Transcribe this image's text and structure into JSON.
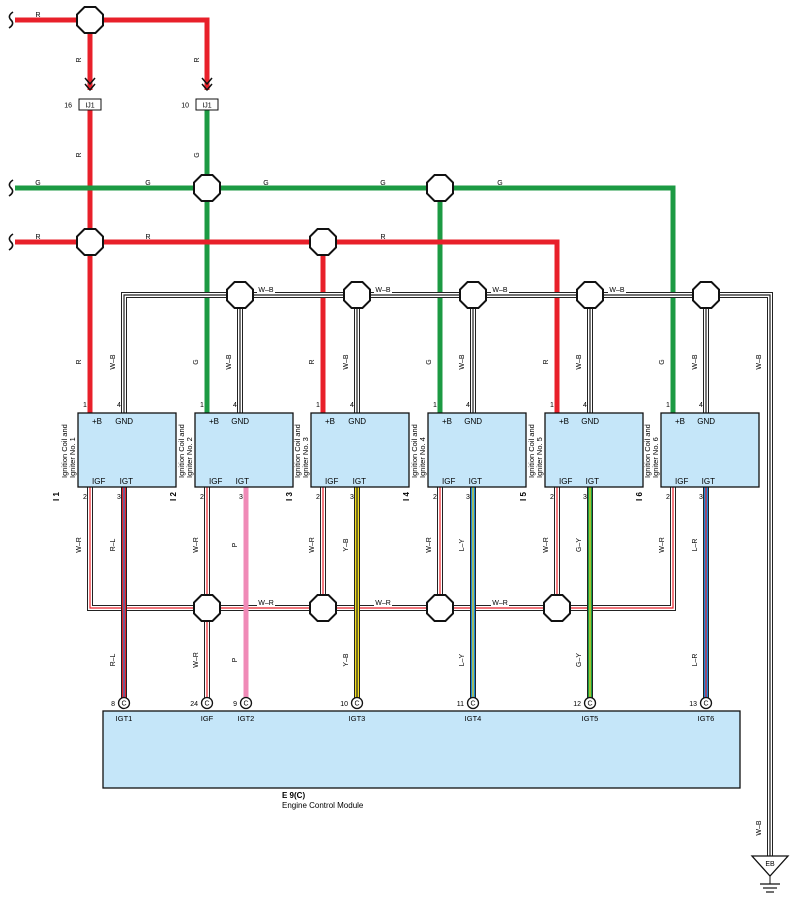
{
  "colors": {
    "R": "#e8202a",
    "G": "#1c9a43",
    "P": "#f08ab7",
    "Y": "#f4e020",
    "L": "#1a88d8",
    "W": "#ffffff",
    "B": "#222222",
    "module_fill": "#c5e6f9"
  },
  "wire_labels": {
    "R": "R",
    "G": "G",
    "WB": "W–B",
    "WR": "W–R"
  },
  "junction": {
    "name": "IJ1",
    "pin_r": "16",
    "pin_g": "10"
  },
  "pins": {
    "pb": "1",
    "gnd": "4",
    "igf": "2",
    "igt": "3"
  },
  "pin_labels": {
    "pb": "+B",
    "gnd": "GND",
    "igf": "IGF",
    "igt": "IGT"
  },
  "coils": [
    {
      "id": "I 1",
      "name": "Ignition Coil and\nIgniter No. 1",
      "feed": "R",
      "igt_wire": "R–L"
    },
    {
      "id": "I 2",
      "name": "Ignition Coil and\nIgniter No. 2",
      "feed": "G",
      "igt_wire": "P"
    },
    {
      "id": "I 3",
      "name": "Ignition Coil and\nIgniter No. 3",
      "feed": "R",
      "igt_wire": "Y–B"
    },
    {
      "id": "I 4",
      "name": "Ignition Coil and\nIgniter No. 4",
      "feed": "G",
      "igt_wire": "L–Y"
    },
    {
      "id": "I 5",
      "name": "Ignition Coil and\nIgniter No. 5",
      "feed": "R",
      "igt_wire": "G–Y"
    },
    {
      "id": "I 6",
      "name": "Ignition Coil and\nIgniter No. 6",
      "feed": "G",
      "igt_wire": "L–R"
    }
  ],
  "ecm": {
    "code": "E 9(C)",
    "name": "Engine Control Module",
    "connector": "C",
    "terminals": [
      {
        "pin": "8",
        "label": "IGT1"
      },
      {
        "pin": "24",
        "label": "IGF"
      },
      {
        "pin": "9",
        "label": "IGT2"
      },
      {
        "pin": "10",
        "label": "IGT3"
      },
      {
        "pin": "11",
        "label": "IGT4"
      },
      {
        "pin": "12",
        "label": "IGT5"
      },
      {
        "pin": "13",
        "label": "IGT6"
      }
    ]
  },
  "ground": {
    "label": "EB"
  }
}
